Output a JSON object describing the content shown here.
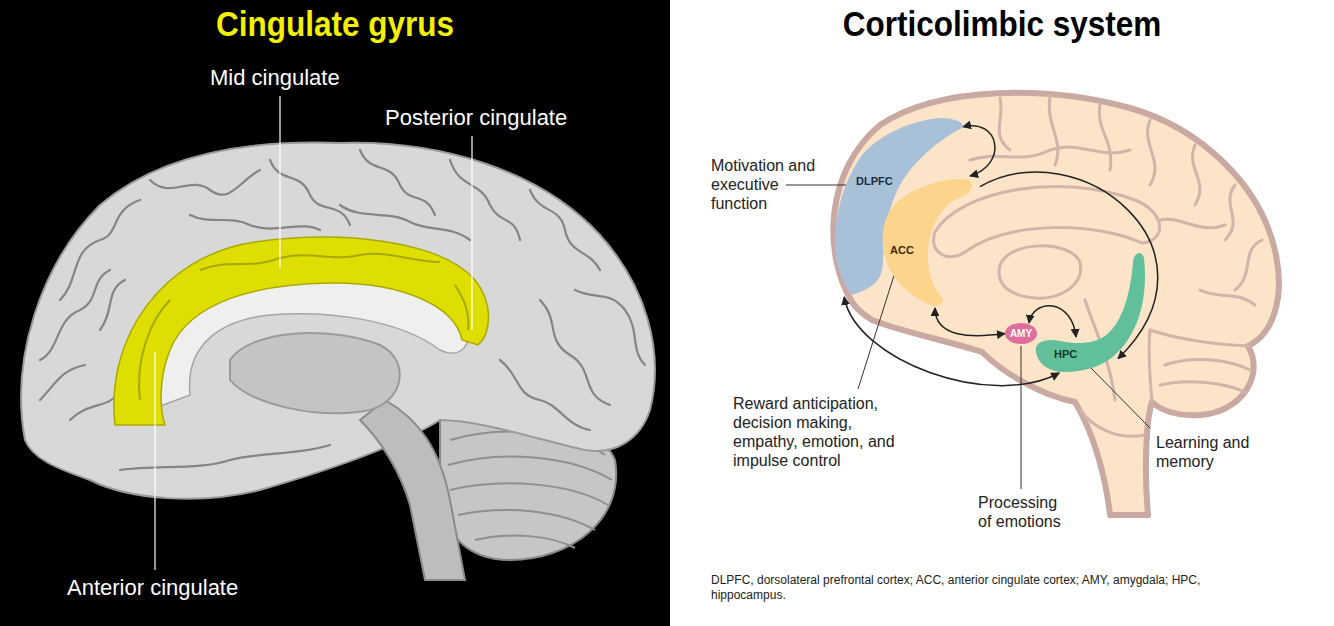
{
  "diagram": {
    "title": "Cingulate gyrus",
    "caption": "DLPFC, dorsolateral prefrontal cortex; ACC, anterior cingulate cortex; AMY, amygdala; HPC, hippocampus.",
    "nodes": [
      {
        "text": [
          "DLPFC"
        ]
      },
      {
        "text": [
          "ACC"
        ]
      },
      {
        "text": [
          "AMY"
        ]
      },
      {
        "text": [
          "HPC"
        ]
      }
    ],
    "edges": [
      {
        "from": 0,
        "to": 1,
        "arrow": "both"
      },
      {
        "from": 1,
        "to": 2,
        "arrow": "both"
      },
      {
        "from": 2,
        "to": 3,
        "arrow": "both"
      },
      {
        "from": 0,
        "to": 3,
        "arrow": "both"
      },
      {
        "from": 1,
        "to": 3,
        "arrow": "to"
      }
    ],
    "labels": [
      "Mid cingulate",
      "Posterior cingulate",
      "Anterior cingulate",
      "Corticolimbic system",
      "Motivation and executive function",
      "Reward anticipation, decision making, empathy, emotion, and impulse control",
      "Processing of emotions",
      "Learning and memory"
    ]
  }
}
